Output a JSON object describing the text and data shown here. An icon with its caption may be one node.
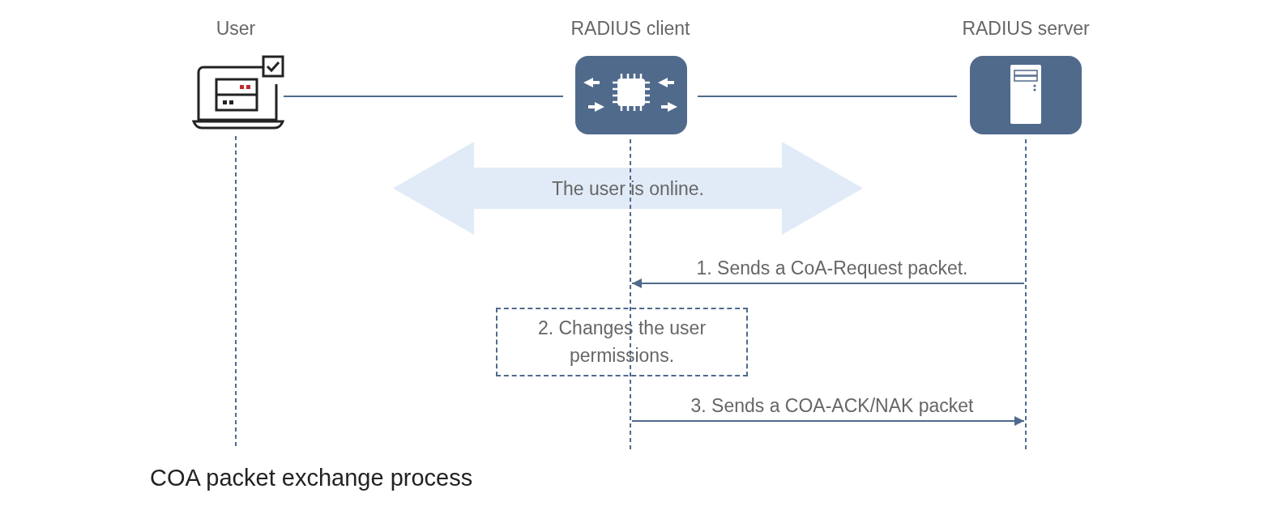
{
  "diagram": {
    "caption": "COA packet exchange process",
    "nodes": [
      {
        "text": [
          "User"
        ]
      },
      {
        "text": [
          "RADIUS client"
        ]
      },
      {
        "text": [
          "RADIUS server"
        ]
      },
      {
        "text": [
          "The user is online."
        ]
      },
      {
        "text": [
          "2. Changes the user permissions."
        ]
      },
      {
        "text": [],
        "shape": "line"
      },
      {
        "text": [],
        "shape": "line"
      },
      {
        "text": [],
        "shape": "line"
      }
    ],
    "edges": [
      {
        "from": 0,
        "to": 1,
        "arrow": "none"
      },
      {
        "from": 1,
        "to": 2,
        "arrow": "none"
      },
      {
        "from": 7,
        "to": 6,
        "arrow": "to",
        "label": "1. Sends a CoA-Request packet."
      },
      {
        "from": 6,
        "to": 7,
        "arrow": "to",
        "label": "3. Sends a COA-ACK/NAK packet"
      }
    ]
  }
}
